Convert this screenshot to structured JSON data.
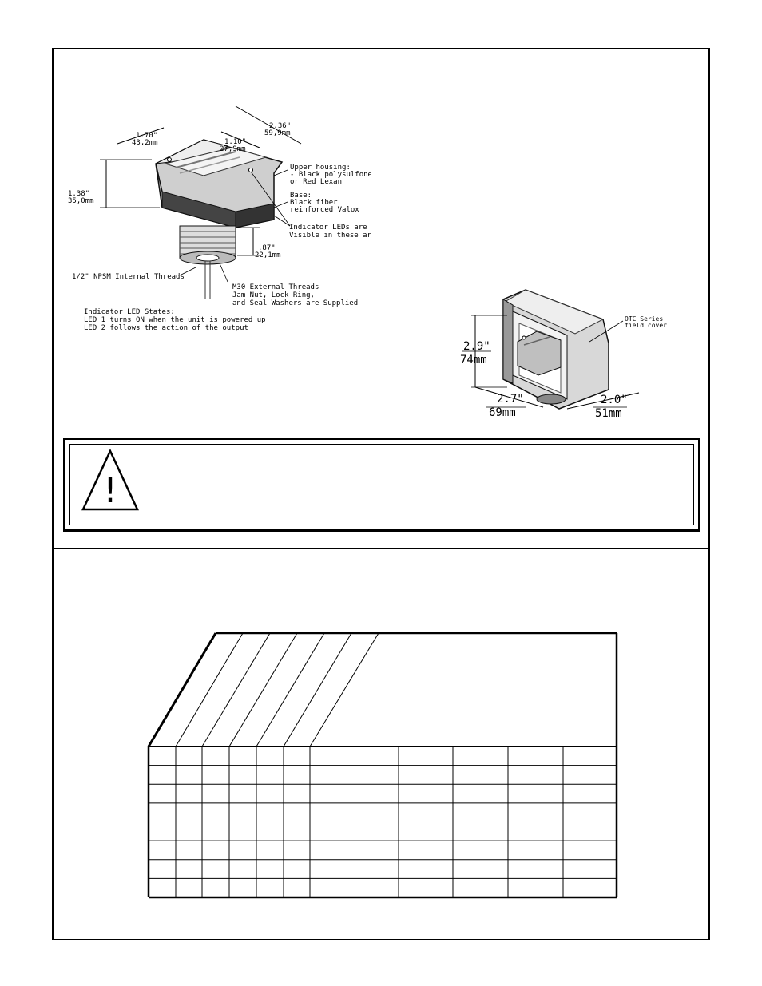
{
  "sensor_drawing": {
    "dims": {
      "width_in": "1.70\"",
      "width_mm": "43,2mm",
      "length_in": "2.36\"",
      "length_mm": "59,9mm",
      "slot_in": "1.10\"",
      "slot_mm": "27,9mm",
      "height_in": "1.38\"",
      "height_mm": "35,0mm",
      "thread_in": ".87\"",
      "thread_mm": "22,1mm"
    },
    "callouts": {
      "upper_housing": [
        "Upper housing:",
        "- Black polysulfone",
        "or Red Lexan"
      ],
      "base": [
        "Base:",
        "Black fiber",
        "reinforced Valox"
      ],
      "leds": [
        "Indicator LEDs are",
        "Visible in these areas"
      ],
      "internal_threads": "1/2\" NPSM Internal Threads",
      "external_threads": [
        "M30 External Threads",
        "Jam Nut, Lock Ring,",
        "and Seal Washers are Supplied"
      ]
    },
    "led_states": [
      "Indicator LED States:",
      "LED 1 turns ON when the unit is powered up",
      "LED 2 follows the action of the output"
    ]
  },
  "cover_drawing": {
    "label": [
      "OTC Series",
      "field cover"
    ],
    "height_in": "2.9\"",
    "height_mm": "74mm",
    "depth_in": "2.7\"",
    "depth_mm": "69mm",
    "width_in": "2.0\"",
    "width_mm": "51mm"
  },
  "warning": {
    "icon": "warning-triangle-icon"
  },
  "matrix": {
    "body_rows": 8,
    "narrow_cols": 6,
    "wide_cols": 5
  }
}
